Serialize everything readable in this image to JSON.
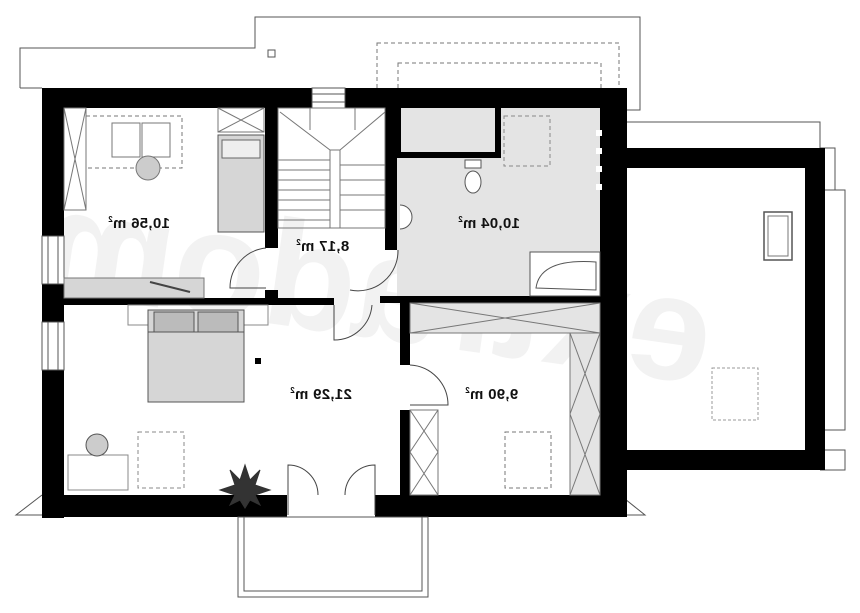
{
  "rooms": [
    {
      "id": "top-left-room",
      "area_num": "10,56 m",
      "sup": "2"
    },
    {
      "id": "hall",
      "area_num": "8,17 m",
      "sup": "2"
    },
    {
      "id": "bathroom",
      "area_num": "10,04 m",
      "sup": "2"
    },
    {
      "id": "bedroom",
      "area_num": "21,29 m",
      "sup": "2"
    },
    {
      "id": "bottom-right-room",
      "area_num": "9,90 m",
      "sup": "2"
    }
  ],
  "watermark": "extradom",
  "colors": {
    "wall": "#000000",
    "wet_floor": "#e4e4e4",
    "furniture": "#d6d6d6",
    "line": "#555555"
  }
}
